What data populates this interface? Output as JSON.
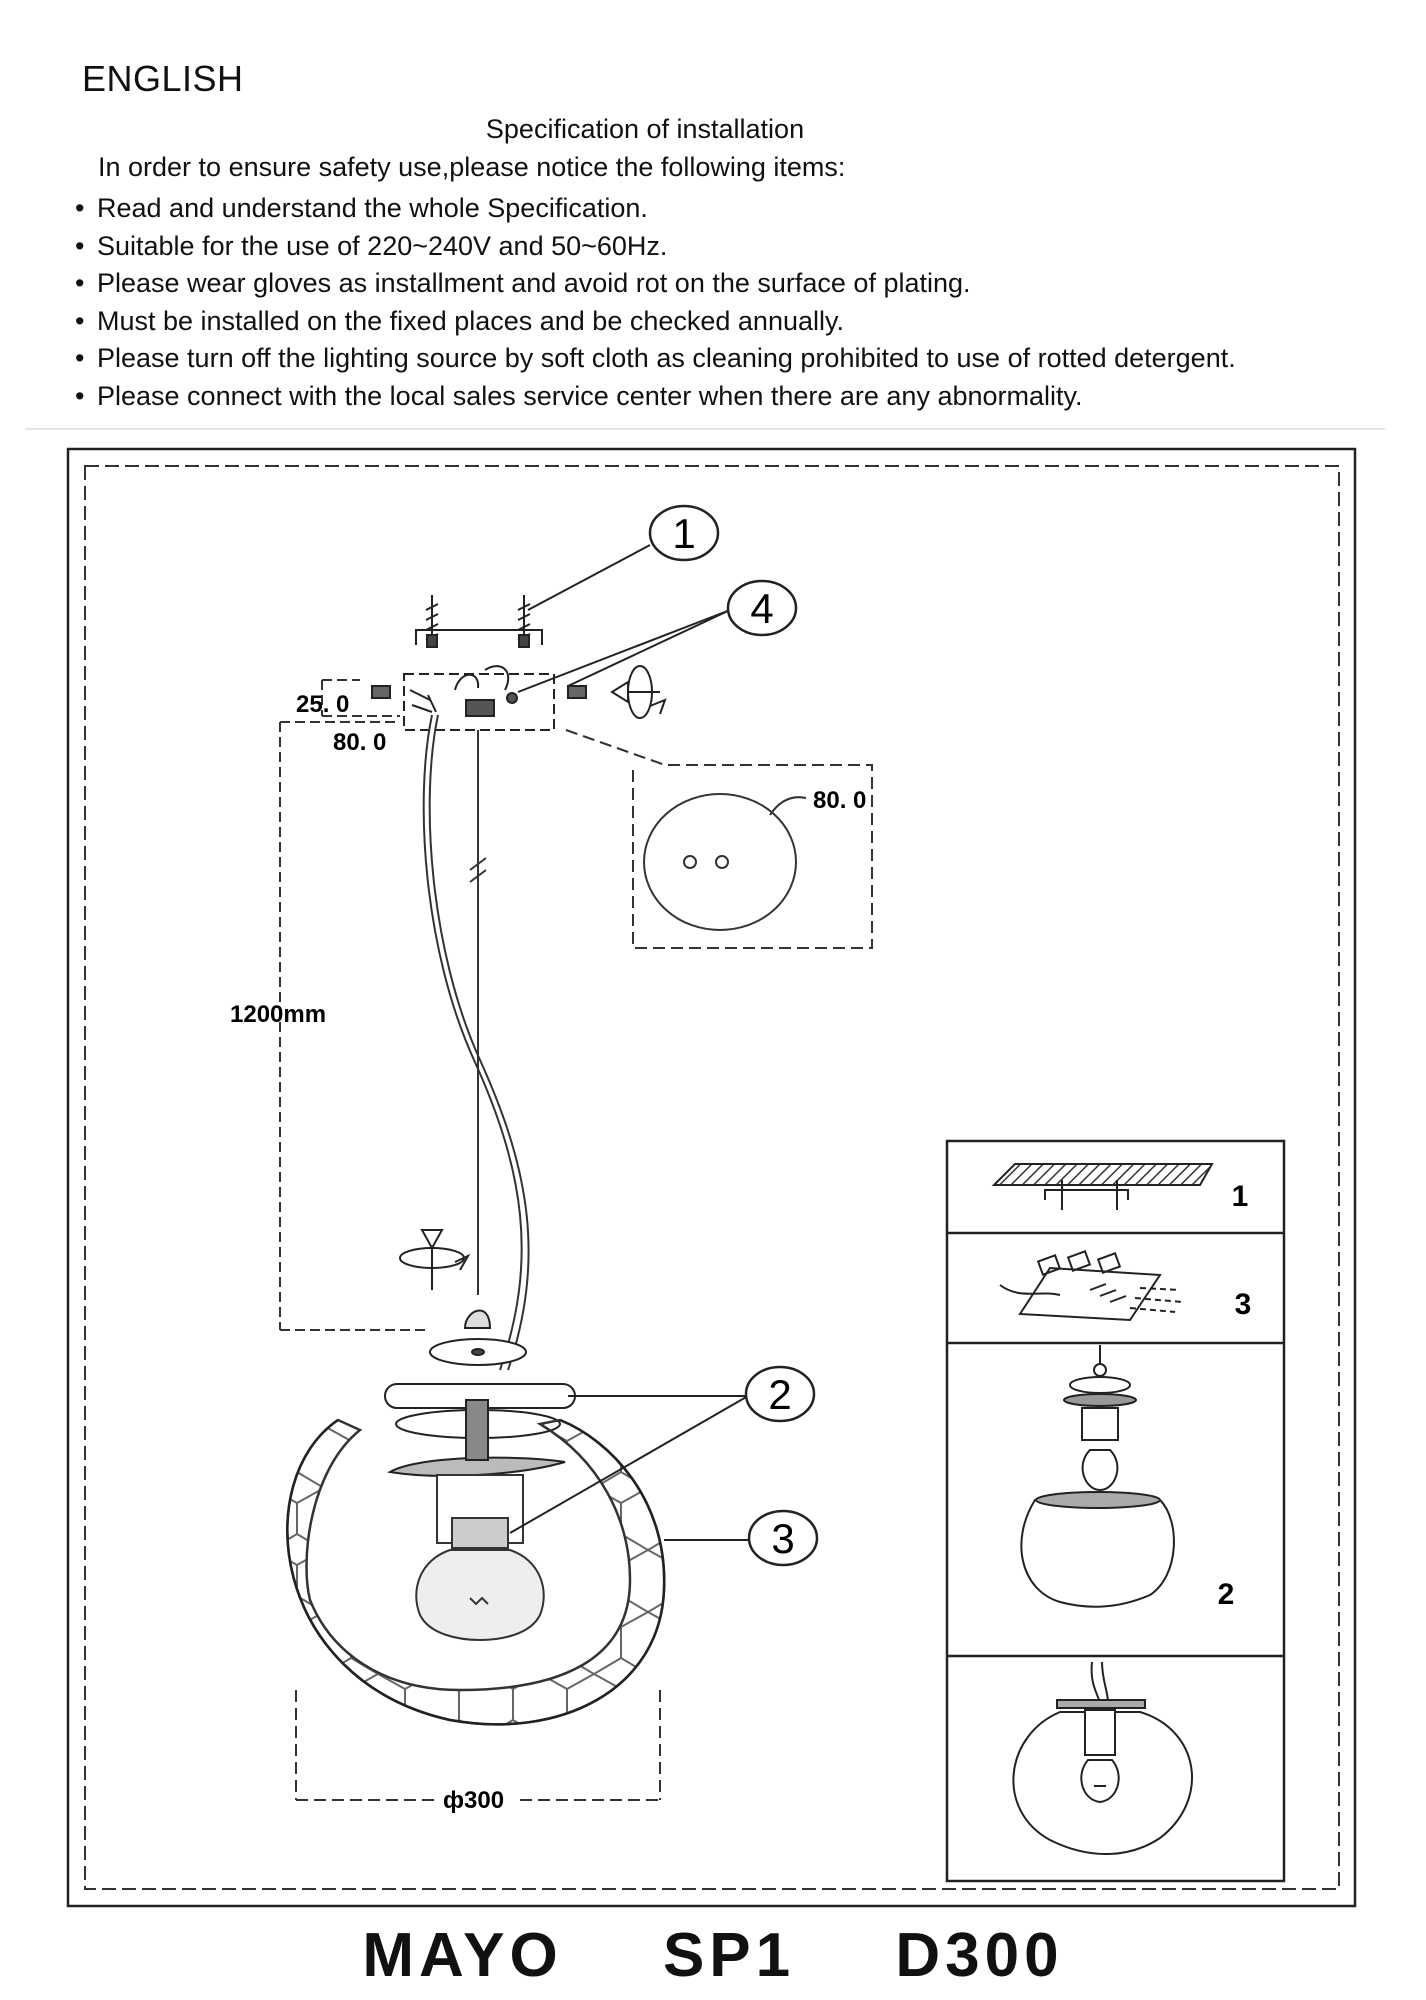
{
  "header": {
    "language": "ENGLISH",
    "title": "Specification of installation",
    "intro": "In order to ensure safety use,please notice the following items:",
    "items": [
      "Read and understand the whole Specification.",
      "Suitable for the use of 220~240V and 50~60Hz.",
      "Please wear gloves as installment and avoid rot on the surface of plating.",
      "Must be installed on the fixed places and be checked annually.",
      "Please turn off the lighting source by soft cloth as cleaning prohibited to use of rotted detergent.",
      "Please connect with the local sales service center when there are any abnormality."
    ]
  },
  "diagram": {
    "callouts": [
      "1",
      "4",
      "2",
      "3"
    ],
    "dim_plate_height": "25. 0",
    "dim_plate_width": "80. 0",
    "dim_detail": "80. 0",
    "dim_cable": "1200mm",
    "dim_diameter": "ф300",
    "steps": [
      "1",
      "3",
      "2"
    ]
  },
  "footer": {
    "model": "MAYO",
    "series": "SP1",
    "size": "D300"
  }
}
